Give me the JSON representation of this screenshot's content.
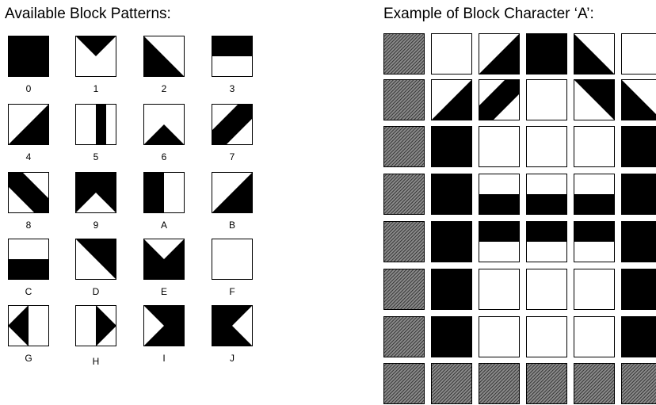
{
  "left_panel": {
    "title": "Available Block Patterns:",
    "patterns": [
      {
        "code": "0",
        "label": "0"
      },
      {
        "code": "1",
        "label": "1"
      },
      {
        "code": "2",
        "label": "2"
      },
      {
        "code": "3",
        "label": "3"
      },
      {
        "code": "4",
        "label": "4"
      },
      {
        "code": "5",
        "label": "5"
      },
      {
        "code": "6",
        "label": "6"
      },
      {
        "code": "7",
        "label": "7"
      },
      {
        "code": "8",
        "label": "8"
      },
      {
        "code": "9",
        "label": "9"
      },
      {
        "code": "A",
        "label": "A"
      },
      {
        "code": "B",
        "label": "B"
      },
      {
        "code": "C",
        "label": "C"
      },
      {
        "code": "D",
        "label": "D"
      },
      {
        "code": "E",
        "label": "E"
      },
      {
        "code": "F",
        "label": "F"
      },
      {
        "code": "G",
        "label": "G"
      },
      {
        "code": "H",
        "label": "H"
      },
      {
        "code": "I",
        "label": "I"
      },
      {
        "code": "J",
        "label": "J"
      }
    ]
  },
  "right_panel": {
    "title": "Example of Block Character ‘A’:",
    "grid": [
      [
        "hatch",
        "F",
        "4",
        "0",
        "2",
        "F"
      ],
      [
        "hatch",
        "B",
        "7",
        "F",
        "D",
        "2"
      ],
      [
        "hatch",
        "0",
        "F",
        "F",
        "F",
        "0"
      ],
      [
        "hatch",
        "0",
        "C",
        "C",
        "C",
        "0"
      ],
      [
        "hatch",
        "0",
        "3",
        "3",
        "3",
        "0"
      ],
      [
        "hatch",
        "0",
        "F",
        "F",
        "F",
        "0"
      ],
      [
        "hatch",
        "0",
        "F",
        "F",
        "F",
        "0"
      ],
      [
        "hatch",
        "hatch",
        "hatch",
        "hatch",
        "hatch",
        "hatch"
      ]
    ]
  }
}
